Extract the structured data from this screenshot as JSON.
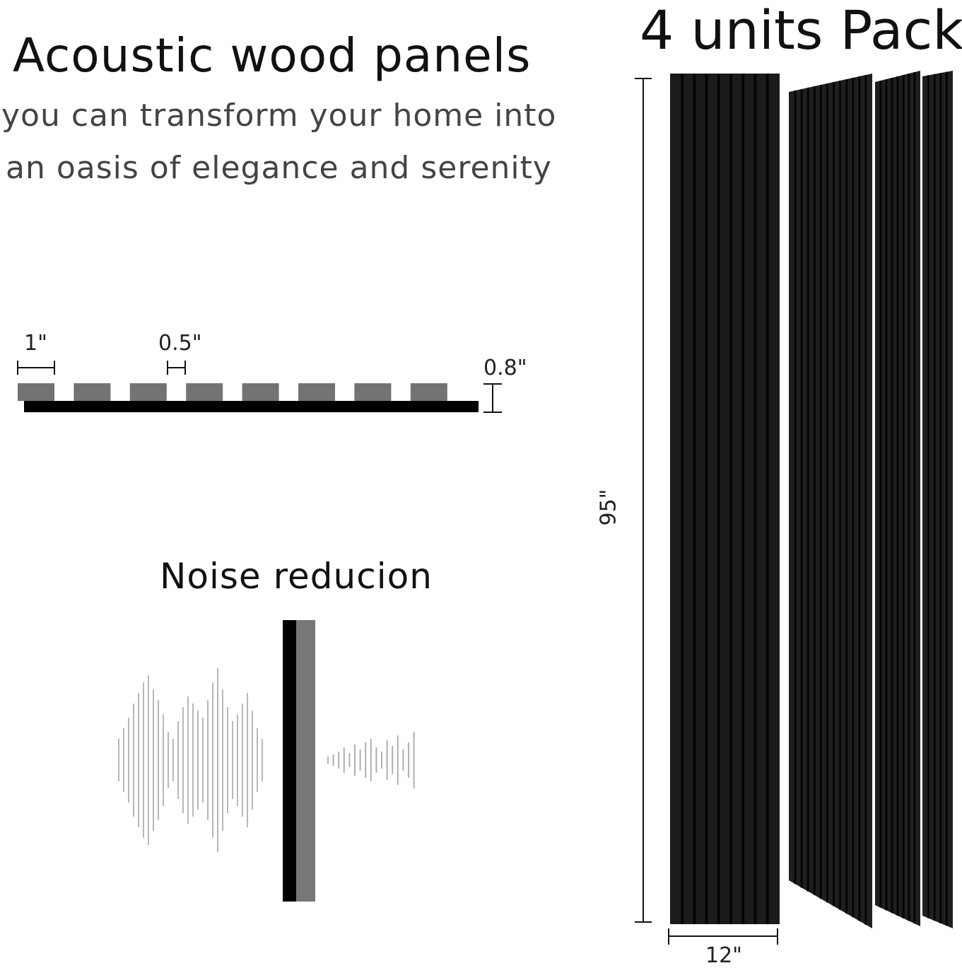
{
  "heading": {
    "title": "Acoustic wood panels",
    "tagline_line1": "you can transform your home into",
    "tagline_line2": "an oasis of elegance and serenity"
  },
  "pack_label": "4 units Pack",
  "profile_diagram": {
    "slat_width": "1\"",
    "gap_width": "0.5\"",
    "thickness": "0.8\"",
    "slat_count": 8
  },
  "noise_section": {
    "title": "Noise reducion"
  },
  "panel_dimensions": {
    "height": "95\"",
    "width": "12\""
  },
  "colors": {
    "panel": "#1a1a1a",
    "slat": "#737373",
    "text": "#111111",
    "tagline": "#444444"
  }
}
